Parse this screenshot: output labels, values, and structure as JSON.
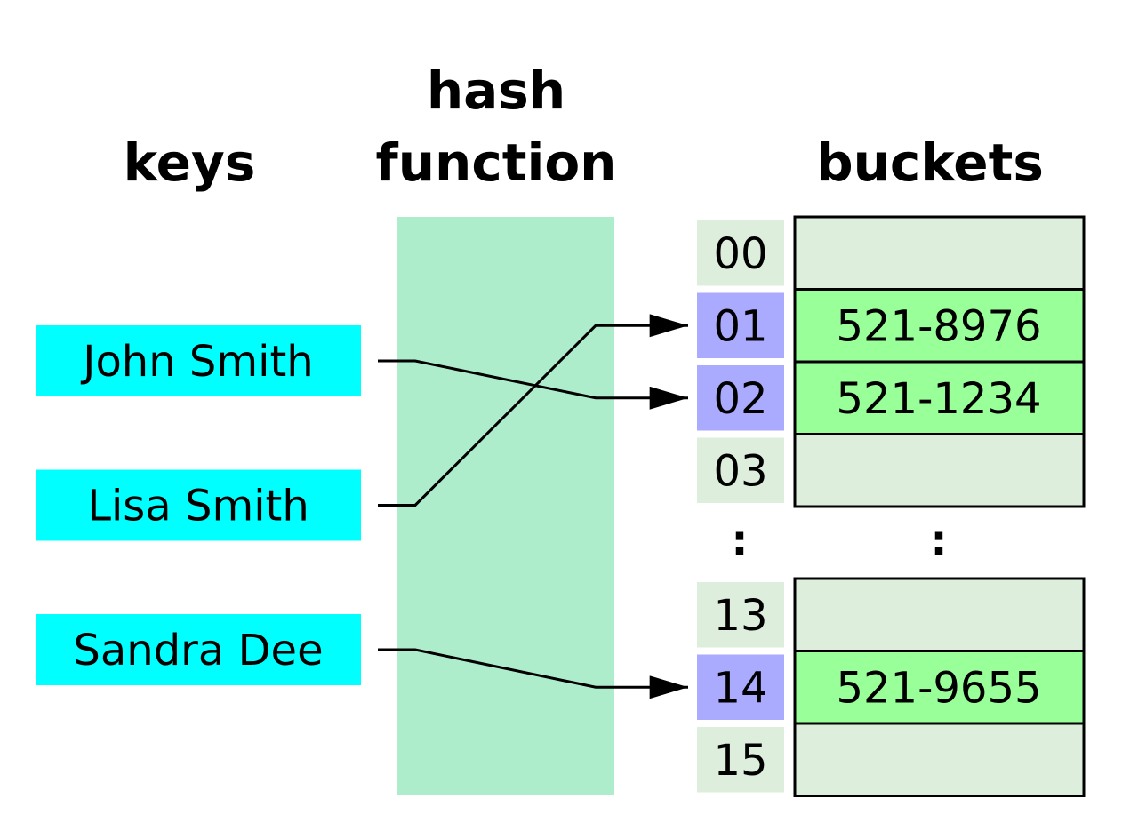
{
  "headings": {
    "keys": "keys",
    "hash_function_line1": "hash",
    "hash_function_line2": "function",
    "buckets": "buckets"
  },
  "keys": [
    {
      "label": "John Smith",
      "bucket": "02"
    },
    {
      "label": "Lisa Smith",
      "bucket": "01"
    },
    {
      "label": "Sandra Dee",
      "bucket": "14"
    }
  ],
  "buckets_top": [
    {
      "index": "00",
      "value": "",
      "used": false
    },
    {
      "index": "01",
      "value": "521-8976",
      "used": true
    },
    {
      "index": "02",
      "value": "521-1234",
      "used": true
    },
    {
      "index": "03",
      "value": "",
      "used": false
    }
  ],
  "ellipsis": {
    "index": ":",
    "value": ":"
  },
  "buckets_bottom": [
    {
      "index": "13",
      "value": "",
      "used": false
    },
    {
      "index": "14",
      "value": "521-9655",
      "used": true
    },
    {
      "index": "15",
      "value": "",
      "used": false
    }
  ],
  "colors": {
    "key_box": "#00ffff",
    "hash_region": "#aeedcc",
    "index_used": "#aaaaff",
    "index_unused": "#ddeedd",
    "bucket_used": "#99ff99",
    "bucket_empty": "#ddeedd",
    "line": "#000000"
  }
}
